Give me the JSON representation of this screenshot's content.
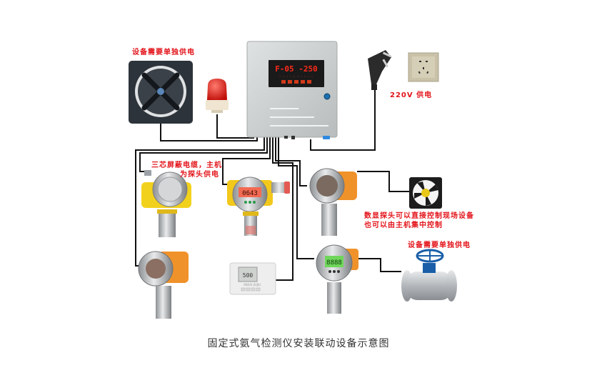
{
  "diagram": {
    "title": "固定式氨气检测仪安装联动设备示意图",
    "labels": {
      "fan_power": "设备需要单独供电",
      "mains_power": "220V 供电",
      "cable_note_line1": "三芯屏蔽电缆，主机",
      "cable_note_line2": "为探头供电",
      "control_note_line1": "数显探头可以直接控制现场设备",
      "control_note_line2": "也可以由主机集中控制",
      "valve_power": "设备需要单独供电"
    },
    "controller": {
      "display": "F-05 -250",
      "button_count": 5
    },
    "detectors": {
      "probe_top_center_display": "0643",
      "probe_bottom_right_display": "8888",
      "wall_unit_display": "500",
      "wall_unit_brand": "ANSAI JIUJIU"
    },
    "colors": {
      "label_red": "#e3141b",
      "wire": "#111111",
      "controller_body": "#c9cccc",
      "led_red": "#ff2a1a",
      "probe_yellow": "#f2d11c",
      "probe_orange": "#f0922a",
      "lcd_green": "#6fd65a",
      "valve_blue": "#1a5fa8"
    }
  }
}
